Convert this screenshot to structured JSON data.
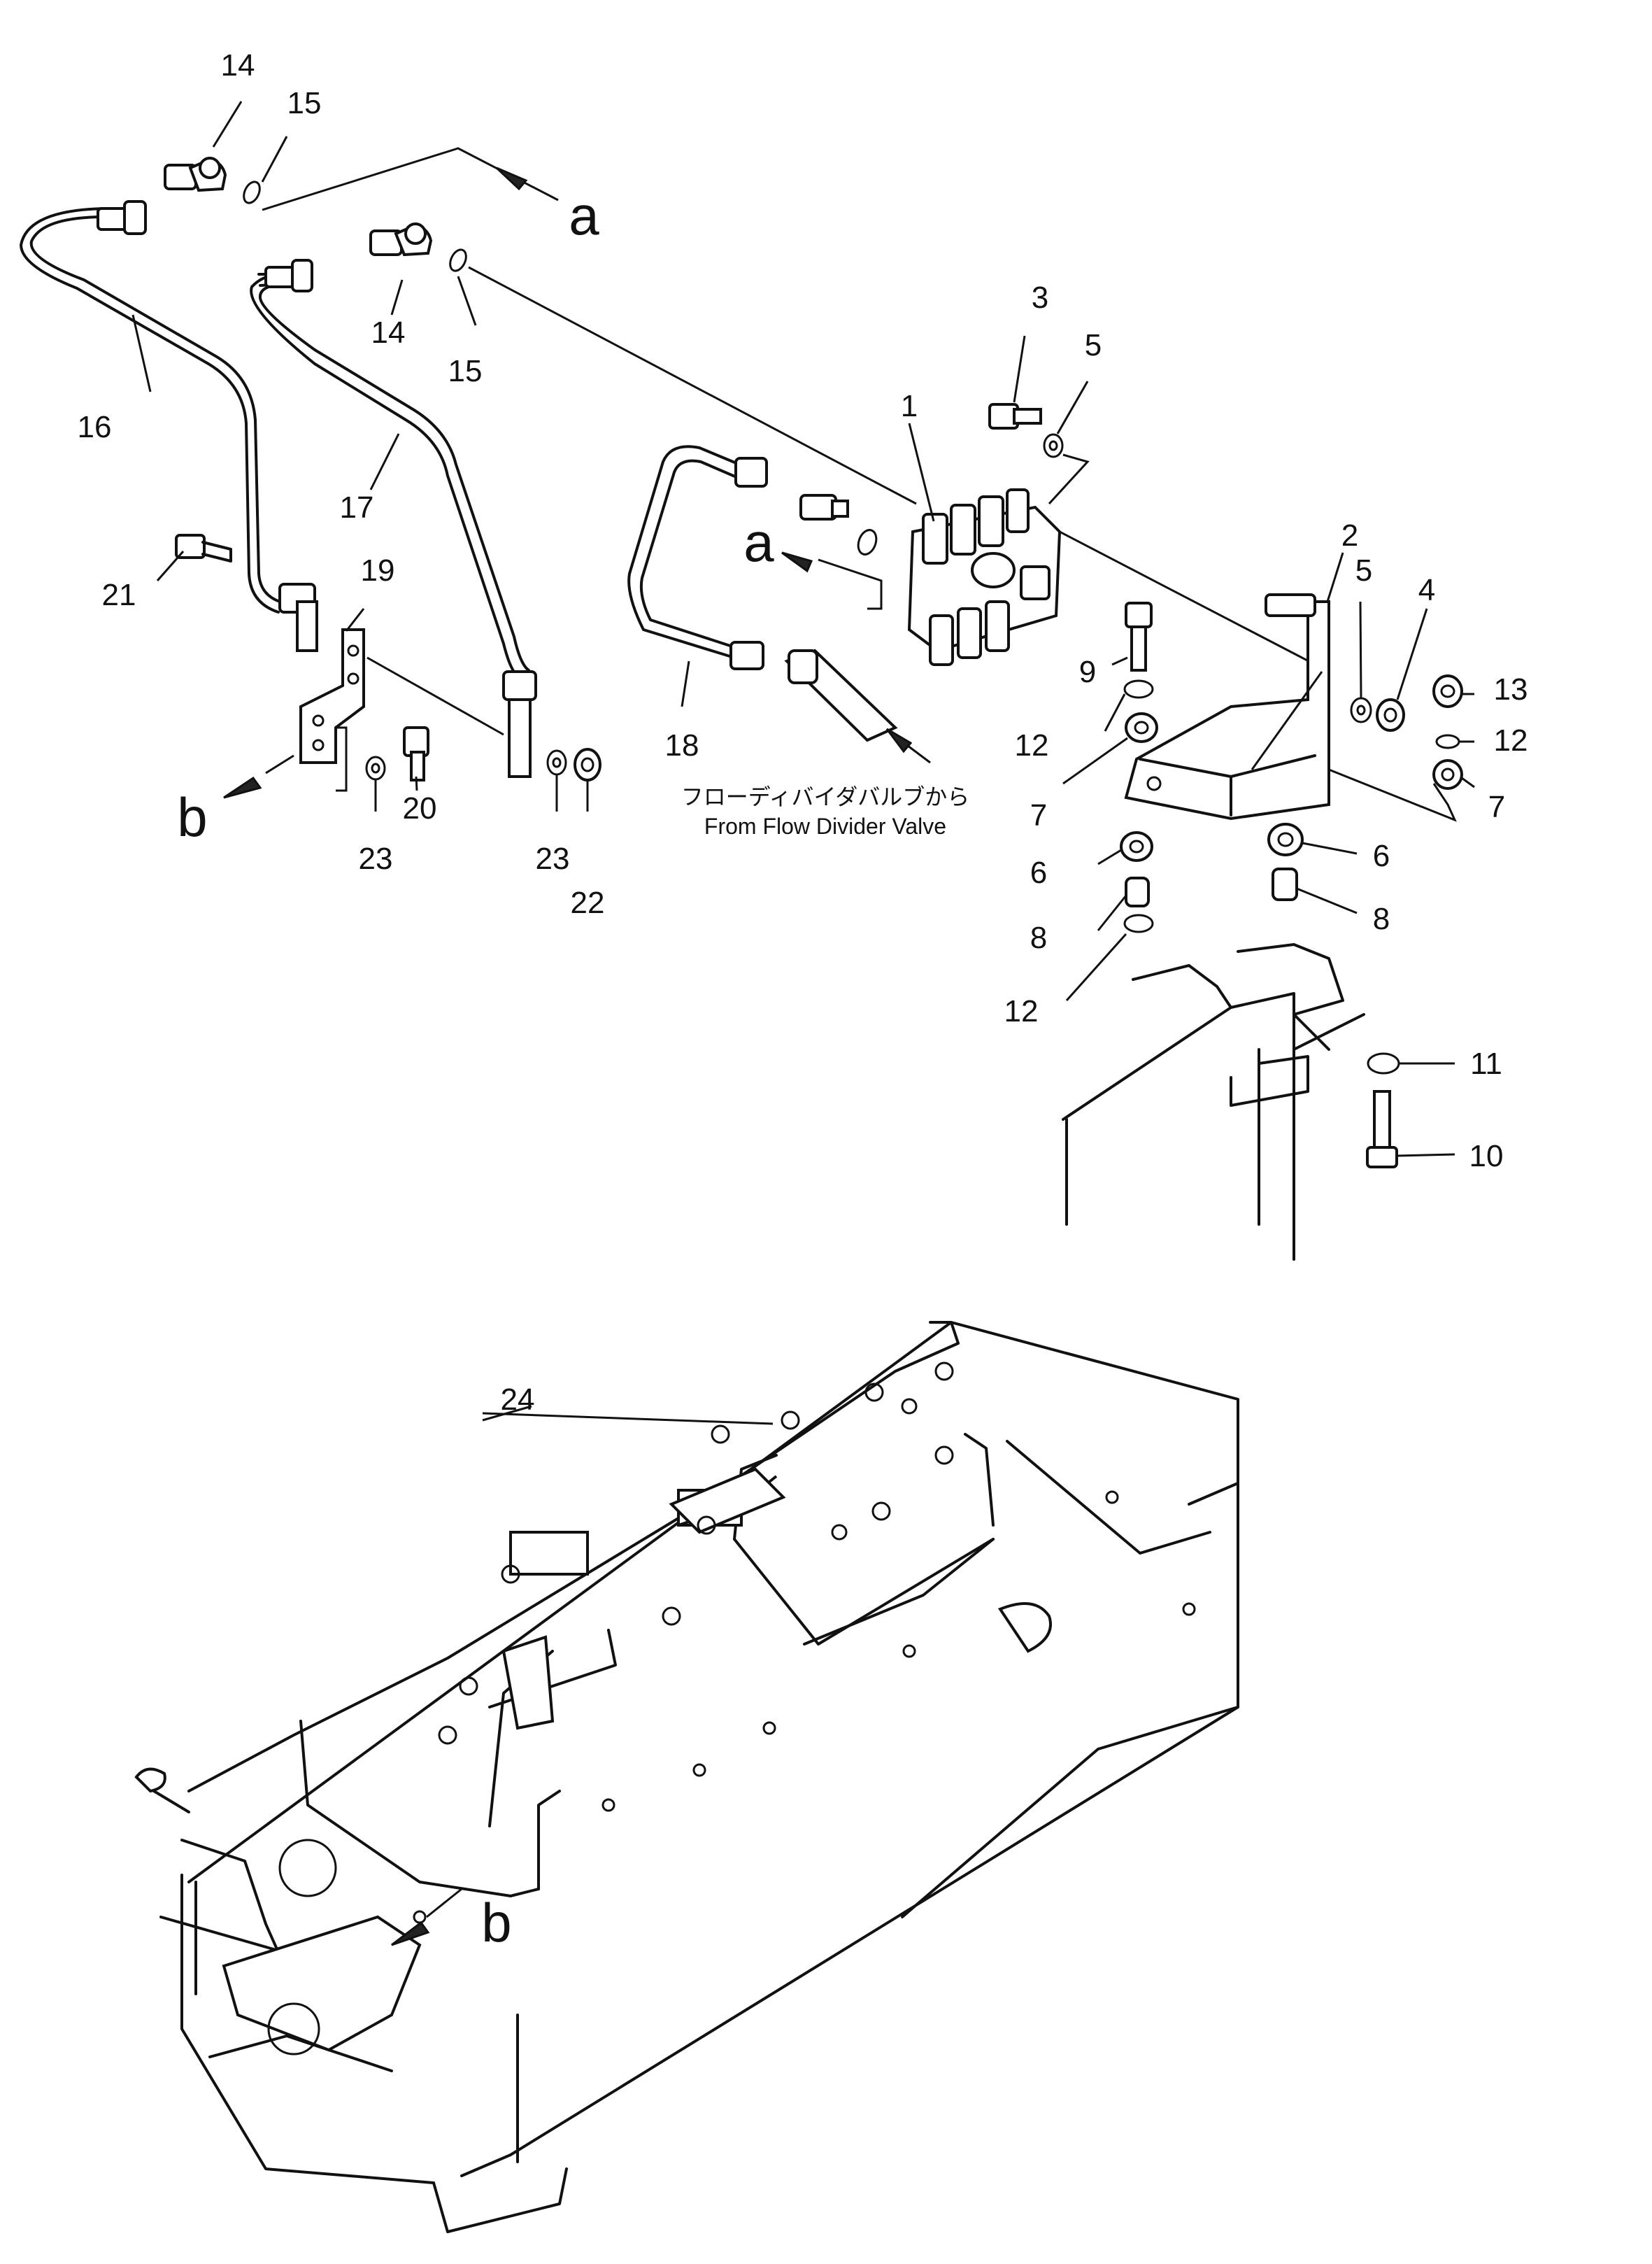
{
  "callouts": {
    "n1": "1",
    "n2": "2",
    "n3": "3",
    "n4": "4",
    "n5a": "5",
    "n5b": "5",
    "n6a": "6",
    "n6b": "6",
    "n7a": "7",
    "n7b": "7",
    "n8a": "8",
    "n8b": "8",
    "n9": "9",
    "n10": "10",
    "n11": "11",
    "n12a": "12",
    "n12b": "12",
    "n12c": "12",
    "n13": "13",
    "n14a": "14",
    "n14b": "14",
    "n15a": "15",
    "n15b": "15",
    "n16": "16",
    "n17": "17",
    "n18": "18",
    "n19": "19",
    "n20": "20",
    "n21": "21",
    "n22": "22",
    "n23a": "23",
    "n23b": "23",
    "n24": "24"
  },
  "refs": {
    "a_top": "a",
    "a_valve": "a",
    "b_left": "b",
    "b_frame": "b"
  },
  "note": {
    "jp": "フローディバイダバルブから",
    "en": "From Flow Divider Valve"
  }
}
